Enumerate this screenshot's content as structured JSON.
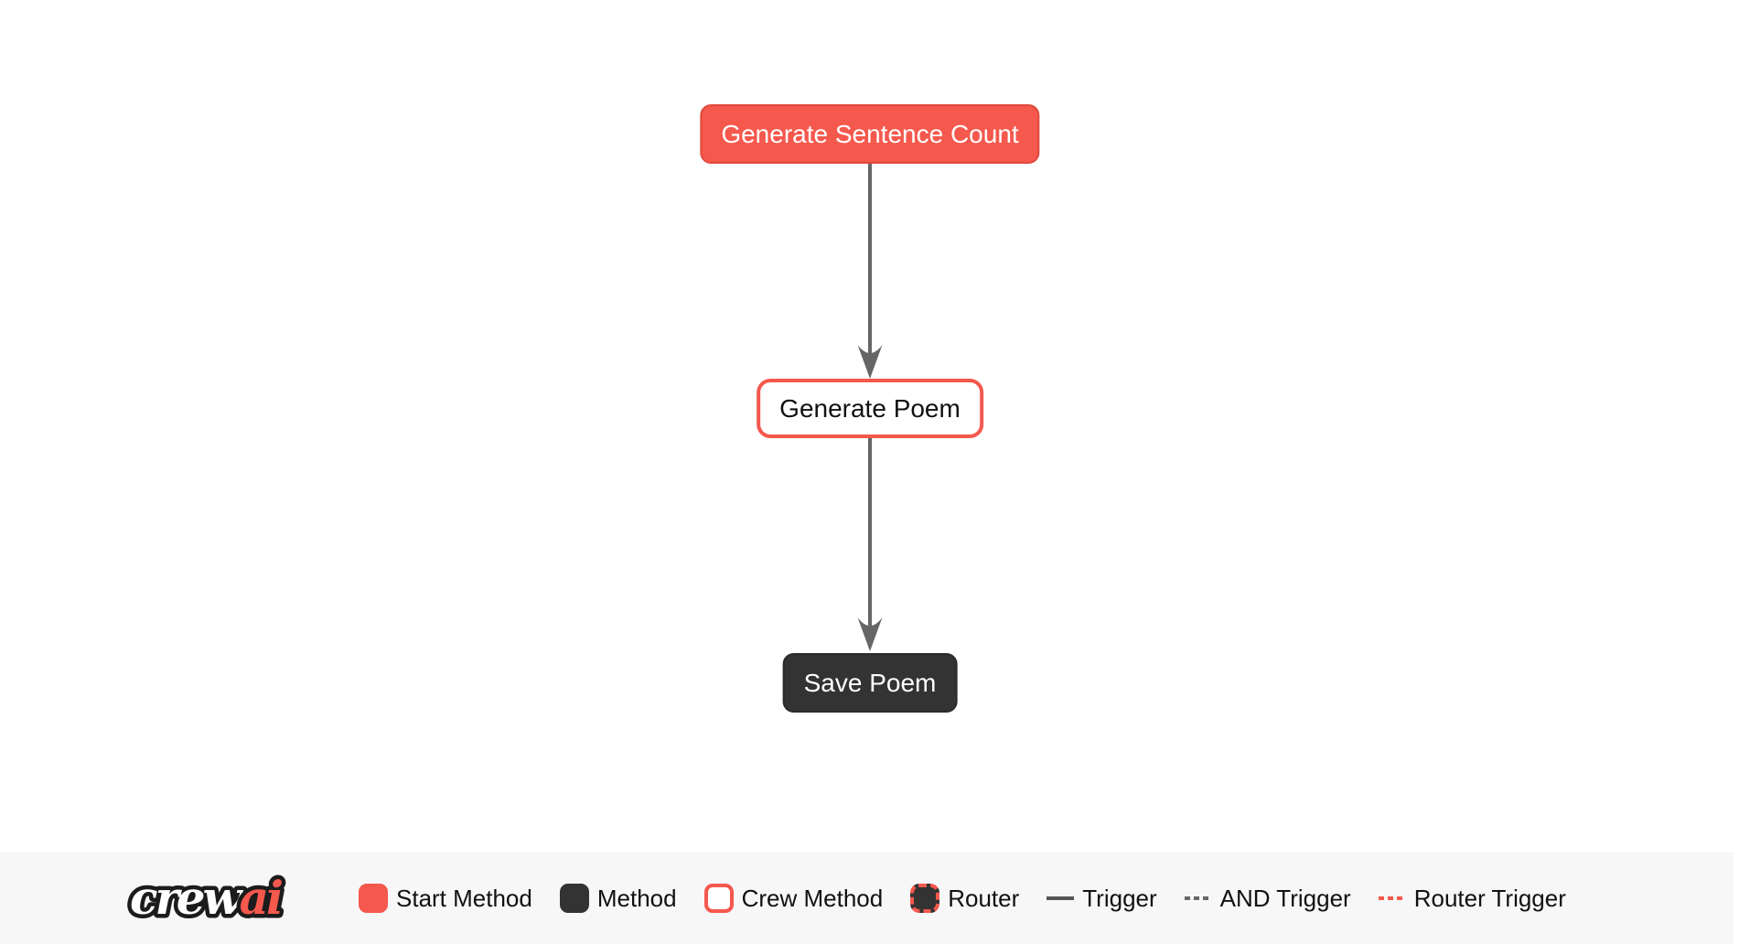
{
  "flow": {
    "nodes": [
      {
        "label": "Generate Sentence Count",
        "type": "start-method"
      },
      {
        "label": "Generate Poem",
        "type": "crew-method"
      },
      {
        "label": "Save Poem",
        "type": "method"
      }
    ],
    "edges": [
      {
        "from": "Generate Sentence Count",
        "to": "Generate Poem",
        "type": "trigger"
      },
      {
        "from": "Generate Poem",
        "to": "Save Poem",
        "type": "trigger"
      }
    ]
  },
  "legend": {
    "logo": {
      "crew": "crew",
      "ai": "ai"
    },
    "items": [
      {
        "label": "Start Method",
        "swatch": "start-method"
      },
      {
        "label": "Method",
        "swatch": "method"
      },
      {
        "label": "Crew Method",
        "swatch": "crew-method"
      },
      {
        "label": "Router",
        "swatch": "router"
      },
      {
        "label": "Trigger",
        "swatch": "trigger"
      },
      {
        "label": "AND Trigger",
        "swatch": "and-trigger"
      },
      {
        "label": "Router Trigger",
        "swatch": "router-trigger"
      }
    ]
  },
  "colors": {
    "accent_red": "#F5584D",
    "accent_red_border": "#E0483C",
    "dark": "#333333",
    "edge_gray": "#666666",
    "legend_background": "#F7F7F8",
    "label_text": "#111111",
    "node_text_light": "#FFFFFF"
  }
}
